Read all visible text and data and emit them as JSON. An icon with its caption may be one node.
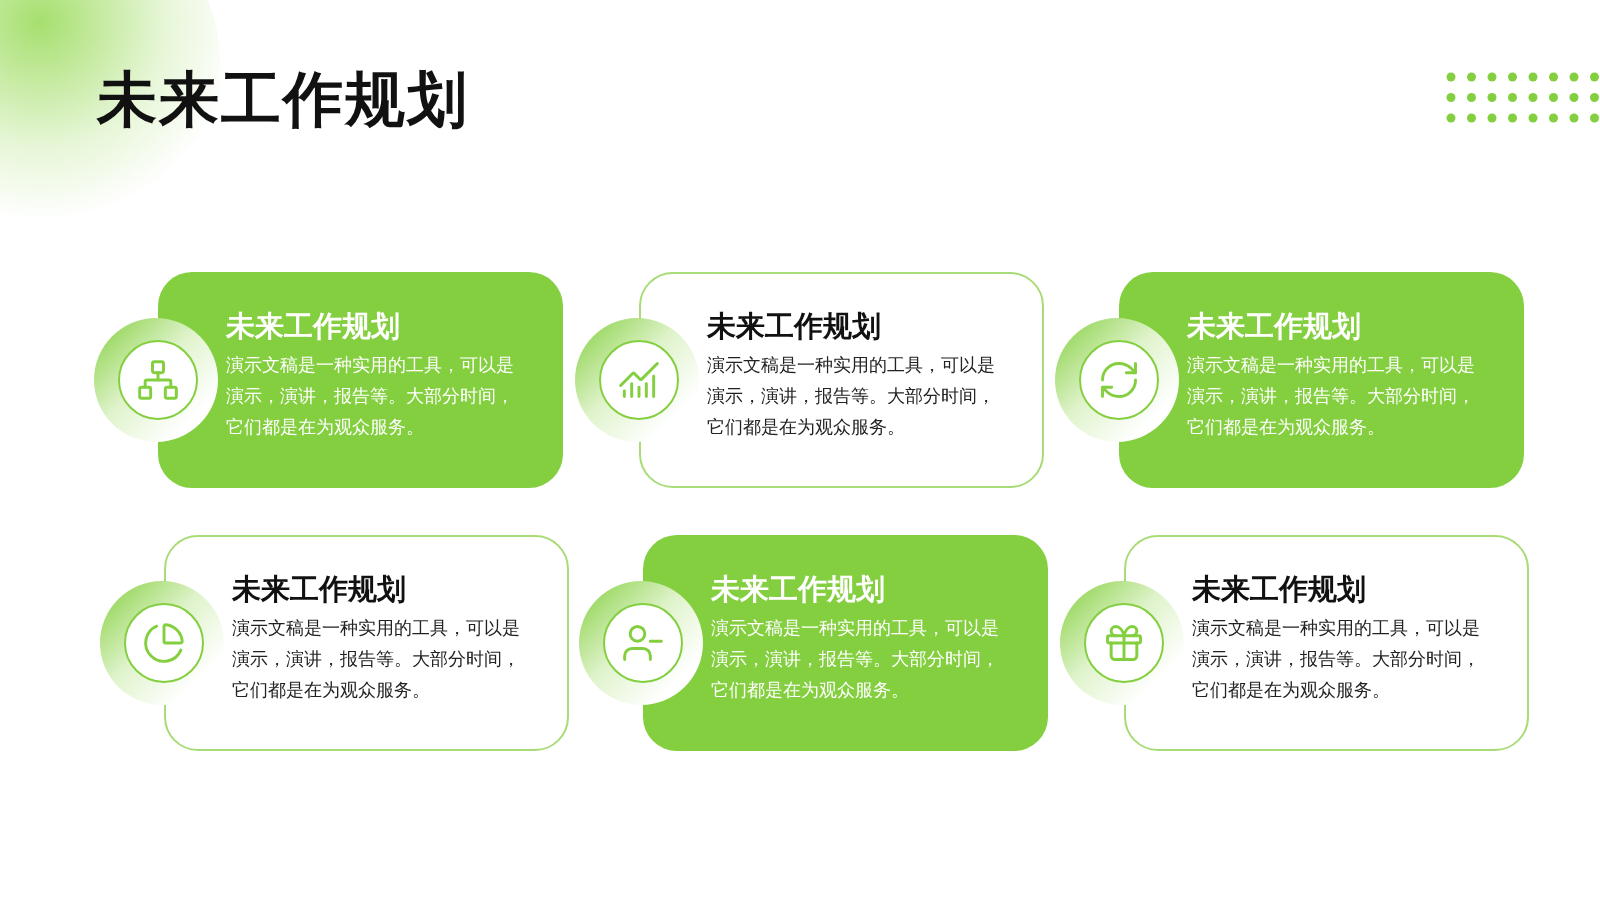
{
  "diagram": {
    "title": "未来工作规划",
    "nodes": [
      {
        "text": [
          "未来工作规划",
          "演示文稿是一种实用的工具，可以是演示，演讲，报告等。大部分时间，它们都是在为观众服务。"
        ]
      },
      {
        "text": [
          "未来工作规划",
          "演示文稿是一种实用的工具，可以是演示，演讲，报告等。大部分时间，它们都是在为观众服务。"
        ]
      },
      {
        "text": [
          "未来工作规划",
          "演示文稿是一种实用的工具，可以是演示，演讲，报告等。大部分时间，它们都是在为观众服务。"
        ]
      },
      {
        "text": [
          "未来工作规划",
          "演示文稿是一种实用的工具，可以是演示，演讲，报告等。大部分时间，它们都是在为观众服务。"
        ]
      },
      {
        "text": [
          "未来工作规划",
          "演示文稿是一种实用的工具，可以是演示，演讲，报告等。大部分时间，它们都是在为观众服务。"
        ]
      },
      {
        "text": [
          "未来工作规划",
          "演示文稿是一种实用的工具，可以是演示，演讲，报告等。大部分时间，它们都是在为观众服务。"
        ]
      }
    ]
  }
}
